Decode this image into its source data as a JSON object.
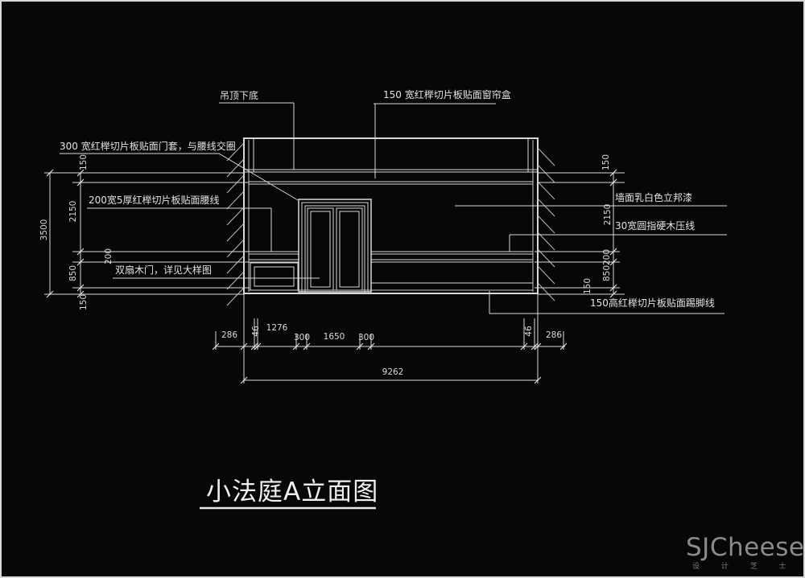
{
  "drawing": {
    "title": "小法庭A立面图",
    "annotations": {
      "ceiling_underside": "吊顶下底",
      "curtain_box": "150 宽红榉切片板贴面窗帘盒",
      "door_frame": "300 宽红榉切片板贴面门套，与腰线交圈",
      "waist_line": "200宽5厚红榉切片板贴面腰线",
      "double_wood_door": "双扇木门，详见大样图",
      "wall_paint": "墙面乳白色立邦漆",
      "hardwood_molding": "30宽圆指硬木压线",
      "skirting_line": "150高红榉切片板贴面踢脚线"
    },
    "dimensions": {
      "left_total": "3500",
      "left_chain": [
        "150",
        "2150",
        "200",
        "850",
        "150"
      ],
      "right_chain": [
        "150",
        "2150",
        "200",
        "850",
        "150"
      ],
      "bottom_row": [
        "286",
        "46",
        "1276",
        "300",
        "1650",
        "300",
        "46",
        "286"
      ],
      "bottom_total": "9262"
    }
  },
  "watermark": {
    "brand": "SJCheese",
    "sub": "设 计 芝 士"
  },
  "colors": {
    "background": "#070707",
    "line": "#d8d8d8",
    "text": "#e3e3e3",
    "watermark": "#8b8b8b"
  }
}
